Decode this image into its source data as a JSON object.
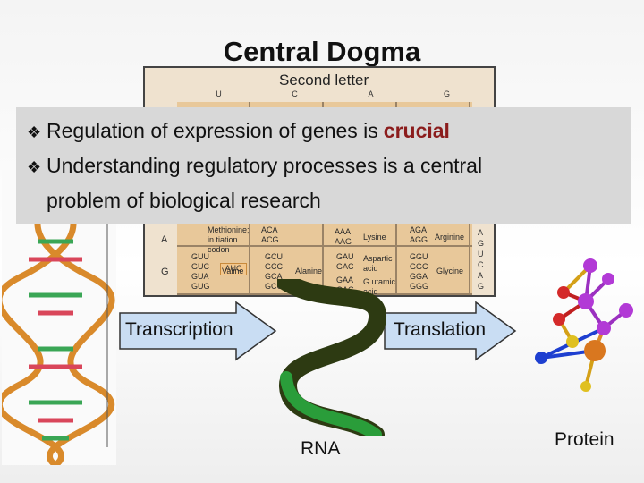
{
  "slide": {
    "title": "Central Dogma",
    "bullets": [
      {
        "text": "Regulation of expression of genes is",
        "emphasis": "crucial"
      },
      {
        "text": "Understanding regulatory processes is a central",
        "continuation": "problem of biological research"
      }
    ],
    "colors": {
      "emphasis": "#8b1c1c",
      "bullet_box": "#d8d8d8",
      "arrow_fill": "#c9ddf3"
    }
  },
  "codon_table": {
    "header": "Second letter",
    "columns": [
      "U",
      "C",
      "A",
      "G"
    ],
    "row_letters": [
      "A",
      "G"
    ],
    "highlight": "AUC",
    "cells": [
      {
        "text": "Methionine; in tiation codon"
      },
      {
        "text": "ACA\nACG"
      },
      {
        "text": "AAA\nAAG"
      },
      {
        "text": "Lysine"
      },
      {
        "text": "AGA\nAGG"
      },
      {
        "text": "Arginine"
      },
      {
        "text": "GUU\nGUC\nGUA\nGUG"
      },
      {
        "text": "Valine"
      },
      {
        "text": "GCU\nGCC\nGCA\nGCG"
      },
      {
        "text": "Alanine"
      },
      {
        "text": "GAU\nGAC"
      },
      {
        "text": "Aspartic acid"
      },
      {
        "text": "GAA\nGAG"
      },
      {
        "text": "G utamic acid"
      },
      {
        "text": "GGU\nGGC\nGGA\nGGG"
      },
      {
        "text": "Glycine"
      }
    ],
    "third_letters": [
      "A",
      "G",
      "U",
      "C",
      "A",
      "G"
    ]
  },
  "diagram": {
    "transcription_label": "Transcription",
    "translation_label": "Translation",
    "rna_label": "RNA",
    "protein_label": "Protein"
  },
  "icons": [
    "dna-helix-icon",
    "rna-strand-icon",
    "protein-molecule-icon",
    "diamond-bullet-icon"
  ]
}
